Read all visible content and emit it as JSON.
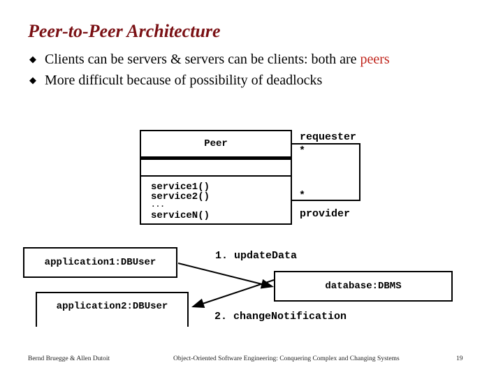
{
  "slide": {
    "title": "Peer-to-Peer Architecture",
    "bullets": [
      {
        "text": "Clients can be servers & servers can be clients: both are ",
        "highlight": "peers"
      },
      {
        "text": "More difficult because of possibility of deadlocks",
        "highlight": ""
      }
    ]
  },
  "class_diagram": {
    "class_name": "Peer",
    "operations": [
      "service1()",
      "service2()",
      "...",
      "serviceN()"
    ],
    "association": {
      "requester_label": "requester",
      "requester_multiplicity": "*",
      "provider_multiplicity": "*",
      "provider_label": "provider"
    }
  },
  "object_diagram": {
    "objects": [
      {
        "name": "application1:DBUser"
      },
      {
        "name": "application2:DBUser"
      },
      {
        "name": "database:DBMS"
      }
    ],
    "messages": [
      {
        "label": "1. updateData"
      },
      {
        "label": "2. changeNotification"
      }
    ]
  },
  "footer": {
    "authors": "Bernd Bruegge & Allen Dutoit",
    "course": "Object-Oriented Software Engineering: Conquering Complex and Changing Systems",
    "page_number": "19"
  },
  "colors": {
    "title": "#7a1014",
    "highlight": "#c0251c",
    "diagram_line": "#000000",
    "background": "#ffffff"
  }
}
